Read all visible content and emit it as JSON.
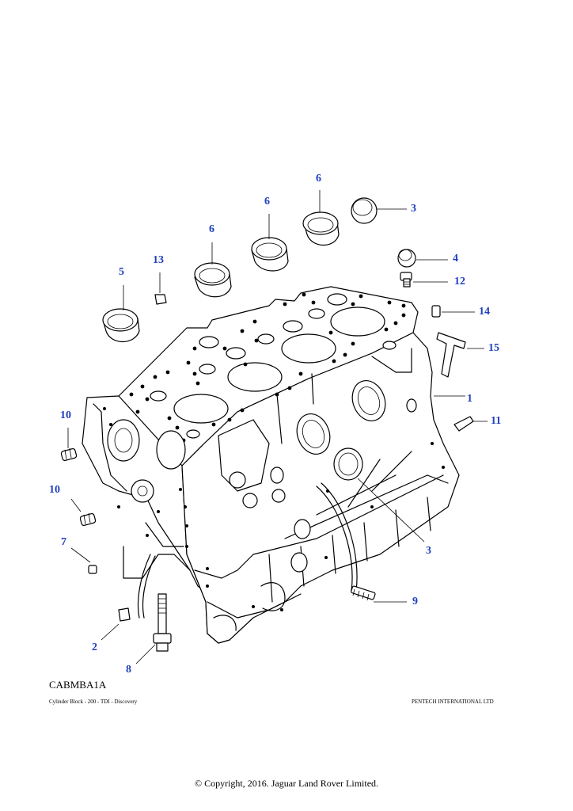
{
  "diagram": {
    "callouts": [
      "1",
      "2",
      "3",
      "3",
      "4",
      "5",
      "6",
      "6",
      "6",
      "7",
      "8",
      "9",
      "10",
      "10",
      "11",
      "12",
      "13",
      "14",
      "15"
    ]
  },
  "footer": {
    "code": "CABMBA1A",
    "caption_left": "Cylinder Block - 200 - TDI - Discovery",
    "caption_right": "PENTECH INTERNATIONAL LTD",
    "copyright": "© Copyright, 2016. Jaguar Land Rover Limited."
  },
  "colors": {
    "callout": "#1f3fbf",
    "line": "#000000"
  }
}
